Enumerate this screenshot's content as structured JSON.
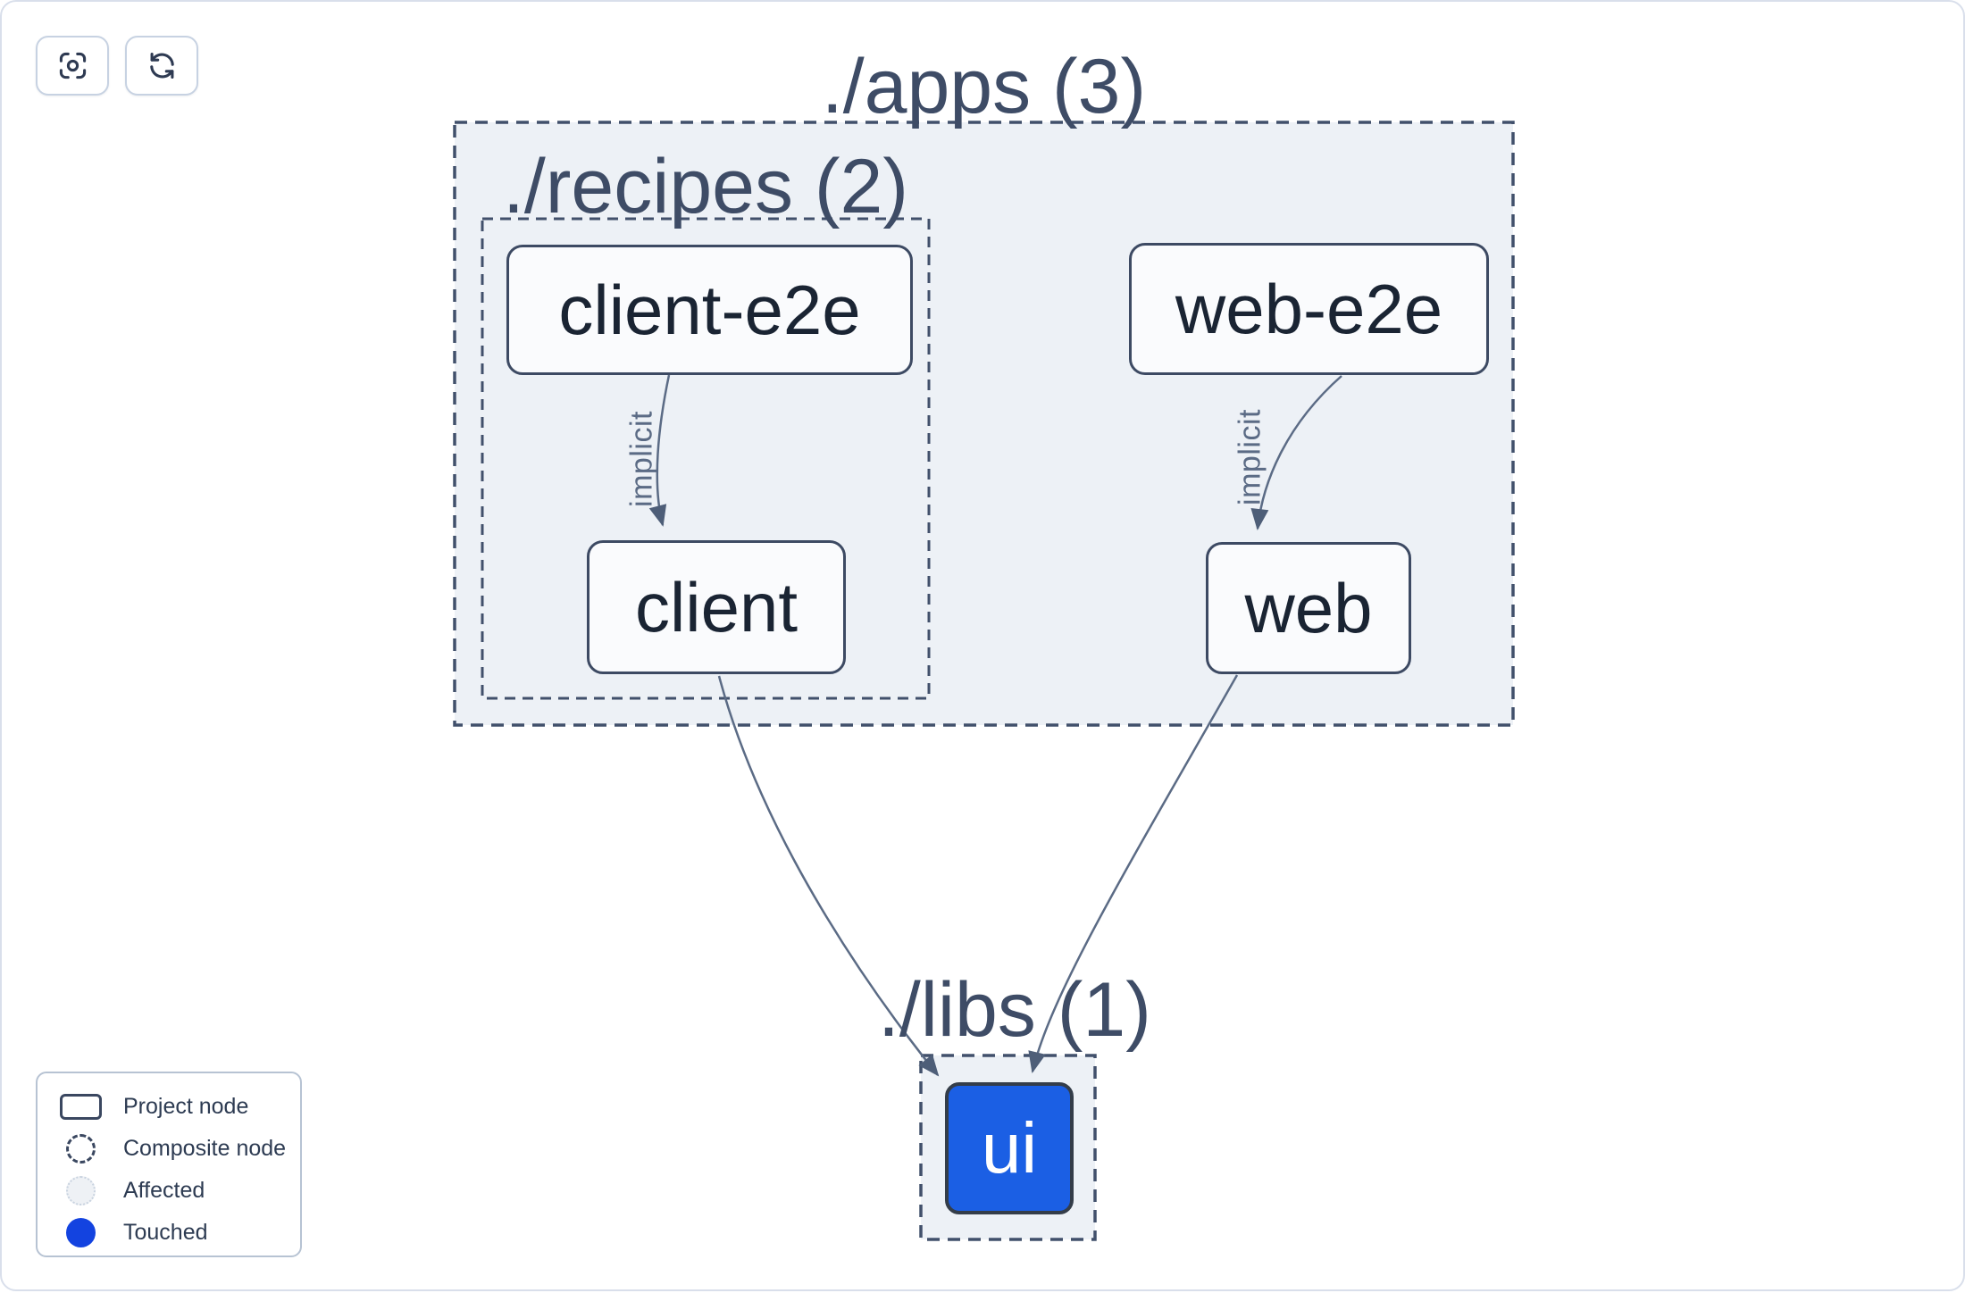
{
  "app": "project-graph",
  "toolbar": {
    "buttons": [
      {
        "name": "center-graph",
        "icon": "focus-icon"
      },
      {
        "name": "refresh-graph",
        "icon": "refresh-icon"
      }
    ]
  },
  "graph": {
    "containers": [
      {
        "id": "apps",
        "label": "./apps (3)"
      },
      {
        "id": "recipes",
        "label": "./recipes (2)"
      },
      {
        "id": "libs",
        "label": "./libs (1)"
      }
    ],
    "nodes": [
      {
        "id": "client-e2e",
        "label": "client-e2e",
        "state": "normal"
      },
      {
        "id": "web-e2e",
        "label": "web-e2e",
        "state": "normal"
      },
      {
        "id": "client",
        "label": "client",
        "state": "normal"
      },
      {
        "id": "web",
        "label": "web",
        "state": "normal"
      },
      {
        "id": "ui",
        "label": "ui",
        "state": "touched"
      }
    ],
    "edges": [
      {
        "from": "client-e2e",
        "to": "client",
        "label": "implicit"
      },
      {
        "from": "web-e2e",
        "to": "web",
        "label": "implicit"
      },
      {
        "from": "client",
        "to": "ui",
        "label": ""
      },
      {
        "from": "web",
        "to": "ui",
        "label": ""
      }
    ]
  },
  "legend": {
    "items": [
      {
        "swatch": "project-node",
        "label": "Project node"
      },
      {
        "swatch": "composite-node",
        "label": "Composite node"
      },
      {
        "swatch": "affected",
        "label": "Affected"
      },
      {
        "swatch": "touched",
        "label": "Touched"
      }
    ]
  },
  "colors": {
    "touched_blue": "#1b5fe4",
    "legend_touched_blue": "#1343e0",
    "container_fill": "#edf1f6",
    "container_border": "#41506b",
    "node_fill": "#fafbfd",
    "node_border": "#3d4a63",
    "node_text": "#1a2433",
    "section_label": "#3e4c66",
    "edge_stroke": "#5b6b85",
    "arrow_fill": "#4e5e78",
    "canvas_border": "#d9dfeb"
  }
}
